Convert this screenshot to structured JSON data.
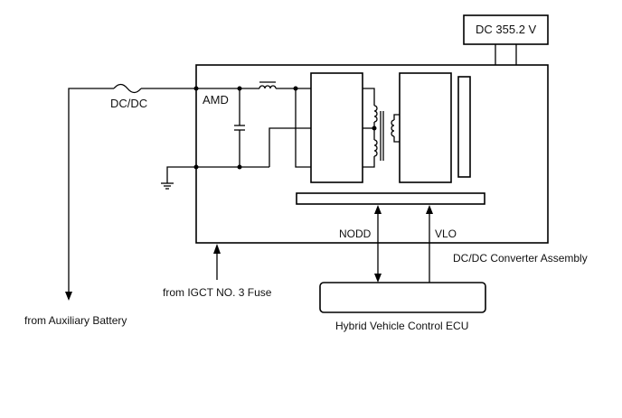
{
  "labels": {
    "dc_supply": "DC 355.2 V",
    "fuse": "DC/DC",
    "amd": "AMD",
    "nodd": "NODD",
    "vlo": "VLO",
    "assembly": "DC/DC Converter Assembly",
    "igct": "from IGCT NO. 3 Fuse",
    "aux_battery": "from Auxiliary Battery",
    "ecu": "Hybrid Vehicle Control ECU"
  }
}
